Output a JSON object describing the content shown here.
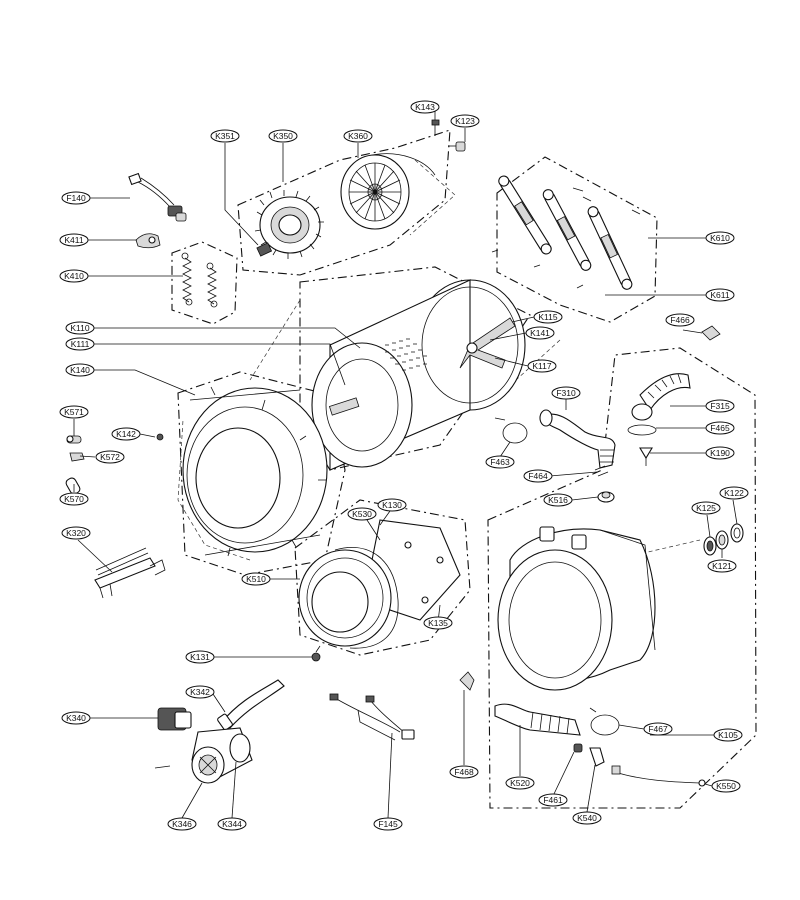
{
  "labels": [
    {
      "id": "K143",
      "text": "K143"
    },
    {
      "id": "K123",
      "text": "K123"
    },
    {
      "id": "K351",
      "text": "K351"
    },
    {
      "id": "K350",
      "text": "K350"
    },
    {
      "id": "K360",
      "text": "K360"
    },
    {
      "id": "F140",
      "text": "F140"
    },
    {
      "id": "K411",
      "text": "K411"
    },
    {
      "id": "K410",
      "text": "K410"
    },
    {
      "id": "K610",
      "text": "K610"
    },
    {
      "id": "K611",
      "text": "K611"
    },
    {
      "id": "K115",
      "text": "K115"
    },
    {
      "id": "K141",
      "text": "K141"
    },
    {
      "id": "K117",
      "text": "K117"
    },
    {
      "id": "F466",
      "text": "F466"
    },
    {
      "id": "K110",
      "text": "K110"
    },
    {
      "id": "K111",
      "text": "K111"
    },
    {
      "id": "K140",
      "text": "K140"
    },
    {
      "id": "F310",
      "text": "F310"
    },
    {
      "id": "F315",
      "text": "F315"
    },
    {
      "id": "F465",
      "text": "F465"
    },
    {
      "id": "K571",
      "text": "K571"
    },
    {
      "id": "K142",
      "text": "K142"
    },
    {
      "id": "K572",
      "text": "K572"
    },
    {
      "id": "K570",
      "text": "K570"
    },
    {
      "id": "F463",
      "text": "F463"
    },
    {
      "id": "K190",
      "text": "K190"
    },
    {
      "id": "F464",
      "text": "F464"
    },
    {
      "id": "K516",
      "text": "K516"
    },
    {
      "id": "K130",
      "text": "K130"
    },
    {
      "id": "K530",
      "text": "K530"
    },
    {
      "id": "K125",
      "text": "K125"
    },
    {
      "id": "K122",
      "text": "K122"
    },
    {
      "id": "K320",
      "text": "K320"
    },
    {
      "id": "K121",
      "text": "K121"
    },
    {
      "id": "K510",
      "text": "K510"
    },
    {
      "id": "K135",
      "text": "K135"
    },
    {
      "id": "K131",
      "text": "K131"
    },
    {
      "id": "K342",
      "text": "K342"
    },
    {
      "id": "K340",
      "text": "K340"
    },
    {
      "id": "F467",
      "text": "F467"
    },
    {
      "id": "K105",
      "text": "K105"
    },
    {
      "id": "K520",
      "text": "K520"
    },
    {
      "id": "F468",
      "text": "F468"
    },
    {
      "id": "F461",
      "text": "F461"
    },
    {
      "id": "K550",
      "text": "K550"
    },
    {
      "id": "K540",
      "text": "K540"
    },
    {
      "id": "K346",
      "text": "K346"
    },
    {
      "id": "K344",
      "text": "K344"
    },
    {
      "id": "F145",
      "text": "F145"
    }
  ]
}
